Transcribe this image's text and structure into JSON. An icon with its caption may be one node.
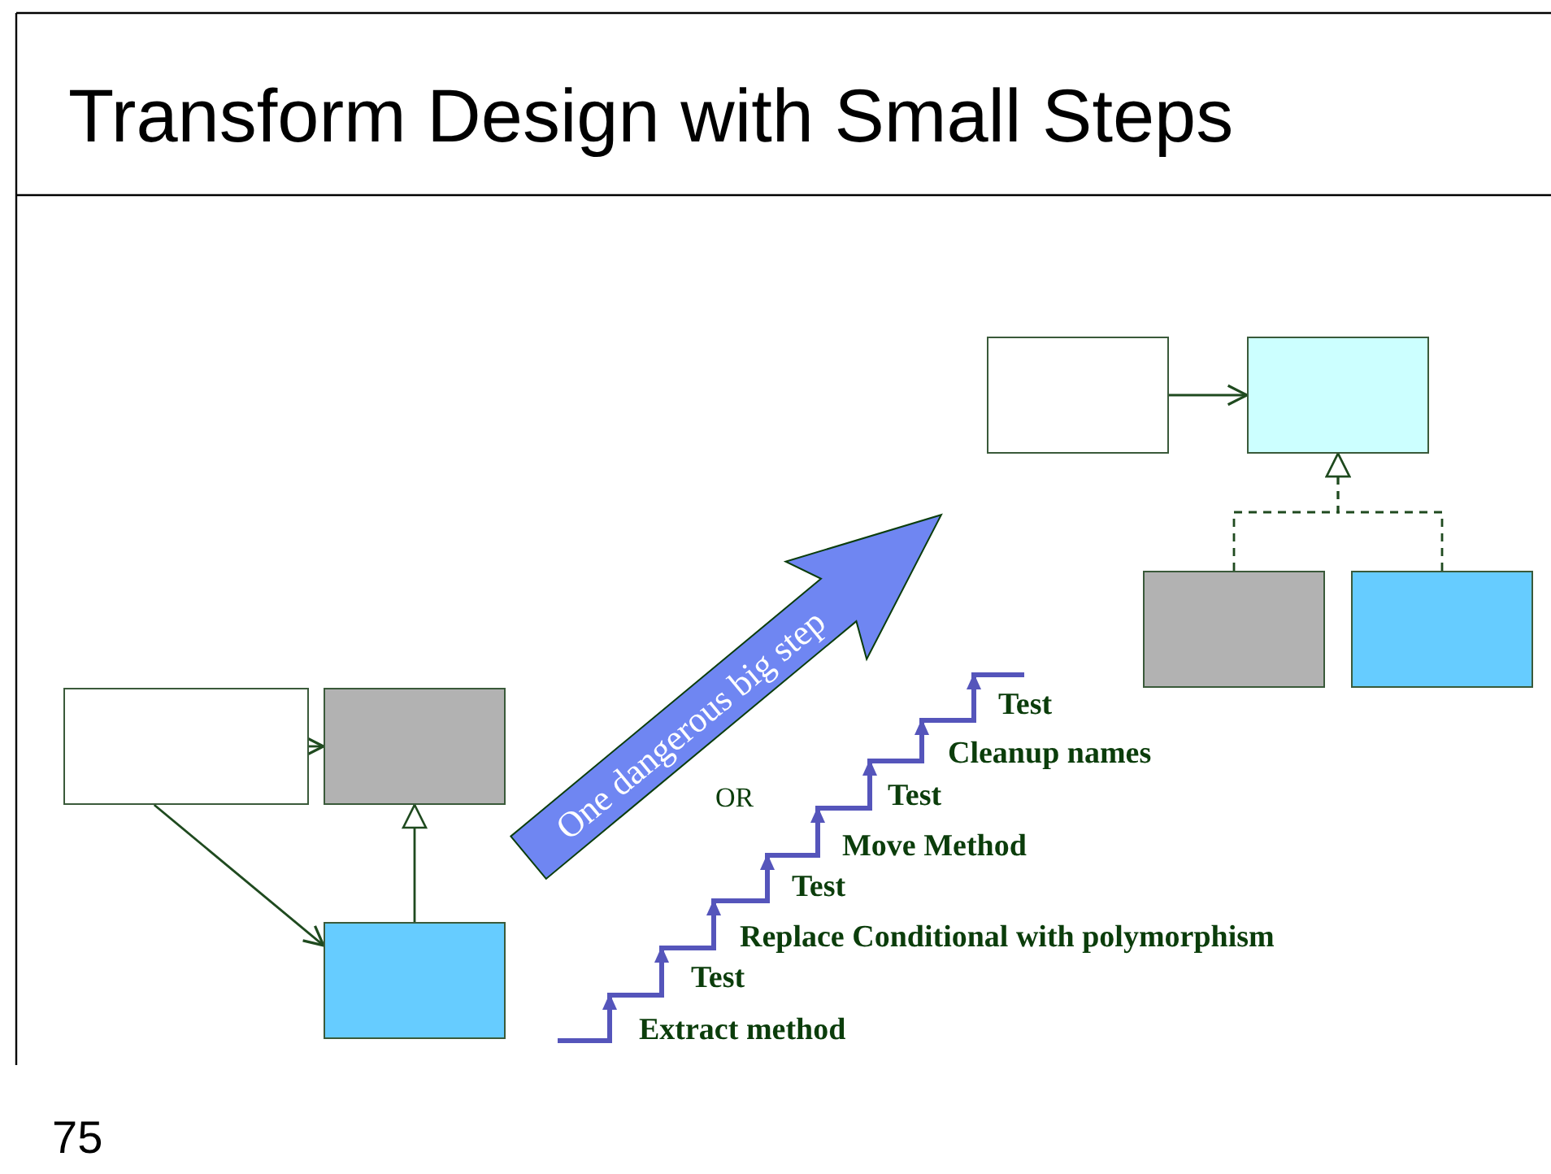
{
  "diagram": {
    "title": "Transform Design with Small Steps",
    "nodes": [
      {
        "text": [],
        "shape": "box"
      },
      {
        "text": [],
        "shape": "box"
      },
      {
        "text": [],
        "shape": "box"
      },
      {
        "text": [],
        "shape": "box"
      },
      {
        "text": [],
        "shape": "box"
      },
      {
        "text": [],
        "shape": "box"
      },
      {
        "text": [],
        "shape": "box"
      },
      {
        "text": [
          "One dangerous big step"
        ]
      }
    ],
    "edges": [
      {
        "from": 0,
        "to": 1,
        "arrow": "to"
      },
      {
        "from": 0,
        "to": 2,
        "arrow": "to"
      },
      {
        "from": 2,
        "to": 1,
        "arrow": "to"
      },
      {
        "from": 3,
        "to": 4,
        "arrow": "to"
      },
      {
        "from": 5,
        "to": 4,
        "arrow": "to",
        "style": "dashed"
      },
      {
        "from": 6,
        "to": 4,
        "arrow": "to",
        "style": "dashed"
      }
    ],
    "labels": [
      "Test",
      "Cleanup names",
      "OR",
      "Test",
      "Move Method",
      "Test",
      "Replace Conditional with polymorphism",
      "Test",
      "Extract method",
      "75"
    ]
  }
}
